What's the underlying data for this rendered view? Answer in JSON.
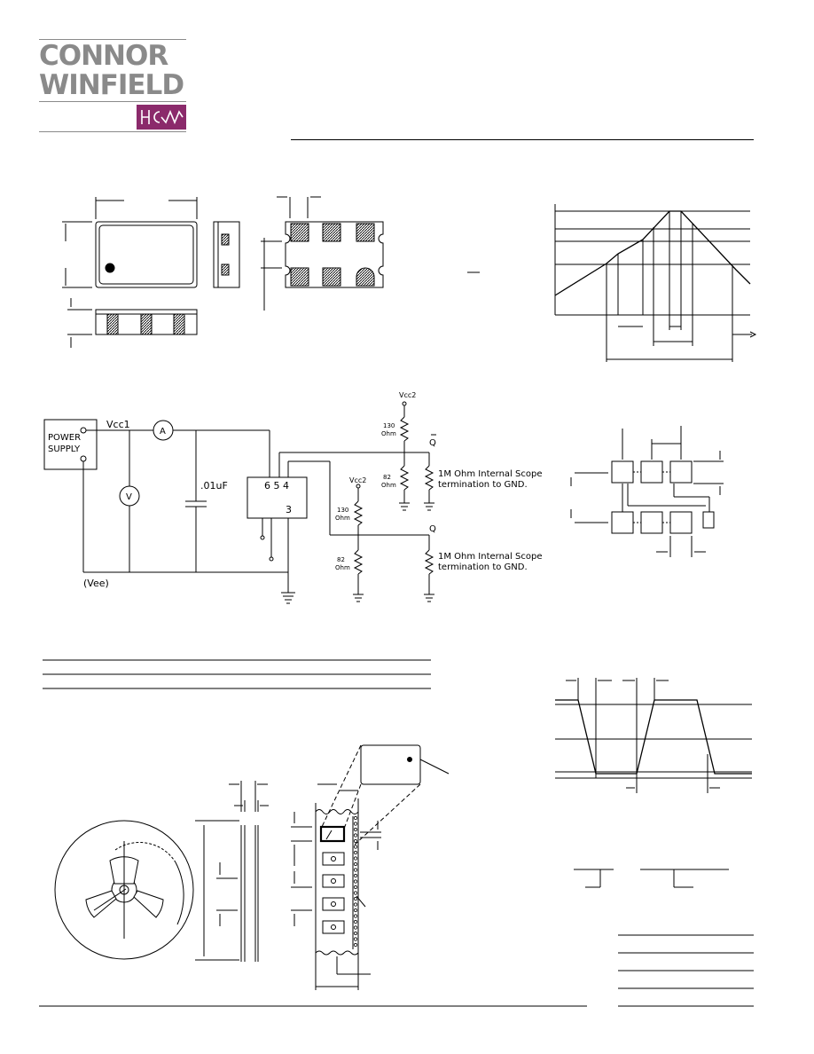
{
  "brand": {
    "line1": "CONNOR",
    "line2": "WINFIELD",
    "accent_color": "#8b2a6b",
    "text_color": "#8a8a8a"
  },
  "test_circuit": {
    "power_supply_line1": "POWER",
    "power_supply_line2": "SUPPLY",
    "vcc1": "Vcc1",
    "ammeter": "A",
    "voltmeter": "V",
    "capacitor": ".01uF",
    "vee": "(Vee)",
    "pins_top": "6 5 4",
    "pin_bottom": "3",
    "vcc2_top": "Vcc2",
    "vcc2_mid": "Vcc2",
    "r130_top_val": "130",
    "r130_top_unit": "Ohm",
    "r82_top_val": "82",
    "r82_top_unit": "Ohm",
    "r130_mid_val": "130",
    "r130_mid_unit": "Ohm",
    "r82_mid_val": "82",
    "r82_mid_unit": "Ohm",
    "q_bar": "Q",
    "q": "Q",
    "scope_note1_line1": "1M Ohm Internal Scope",
    "scope_note1_line2": "termination to GND.",
    "scope_note2_line1": "1M Ohm Internal Scope",
    "scope_note2_line2": "termination to GND."
  }
}
